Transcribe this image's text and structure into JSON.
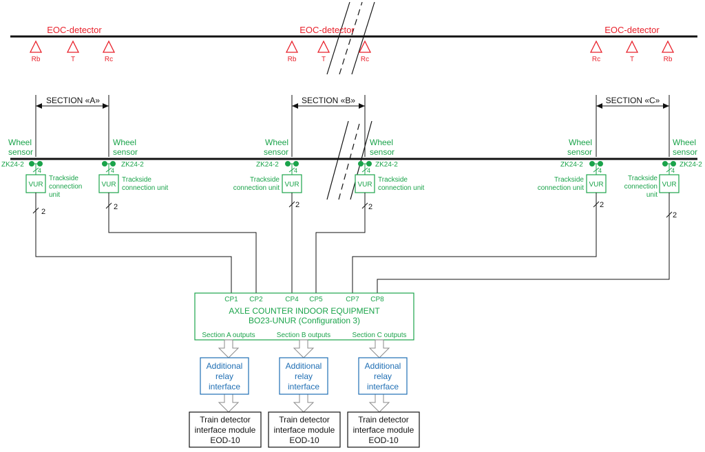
{
  "colors": {
    "red": "#e8202a",
    "green": "#1aa34a",
    "blue": "#1d6db3",
    "black": "#111111"
  },
  "eoc": {
    "label": "EOC-detector",
    "groups": [
      {
        "sensors": [
          "Rb",
          "T",
          "Rc"
        ]
      },
      {
        "sensors": [
          "Rb",
          "T",
          "Rc"
        ]
      },
      {
        "sensors": [
          "Rc",
          "T",
          "Rb"
        ]
      }
    ]
  },
  "sections": [
    "SECTION «A»",
    "SECTION «B»",
    "SECTION «C»"
  ],
  "wheel_sensor": {
    "line1": "Wheel",
    "line2": "sensor",
    "model": "ZK24-2",
    "wire_count": "4"
  },
  "vur": {
    "label": "VUR",
    "trackside_line1": "Trackside",
    "trackside_line2": "connection unit",
    "trackside_split1": "connection",
    "trackside_split2": "unit",
    "cable_count": "2"
  },
  "indoor": {
    "ports": [
      "CP1",
      "CP2",
      "CP4",
      "CP5",
      "CP7",
      "CP8"
    ],
    "title": "AXLE COUNTER INDOOR EQUIPMENT",
    "subtitle": "BO23-UNUR (Configuration 3)",
    "outputs": [
      "Section A outputs",
      "Section B outputs",
      "Section C outputs"
    ]
  },
  "relay": {
    "line1": "Additional",
    "line2": "relay",
    "line3": "interface"
  },
  "module": {
    "line1": "Train detector",
    "line2": "interface module",
    "line3": "EOD-10"
  }
}
